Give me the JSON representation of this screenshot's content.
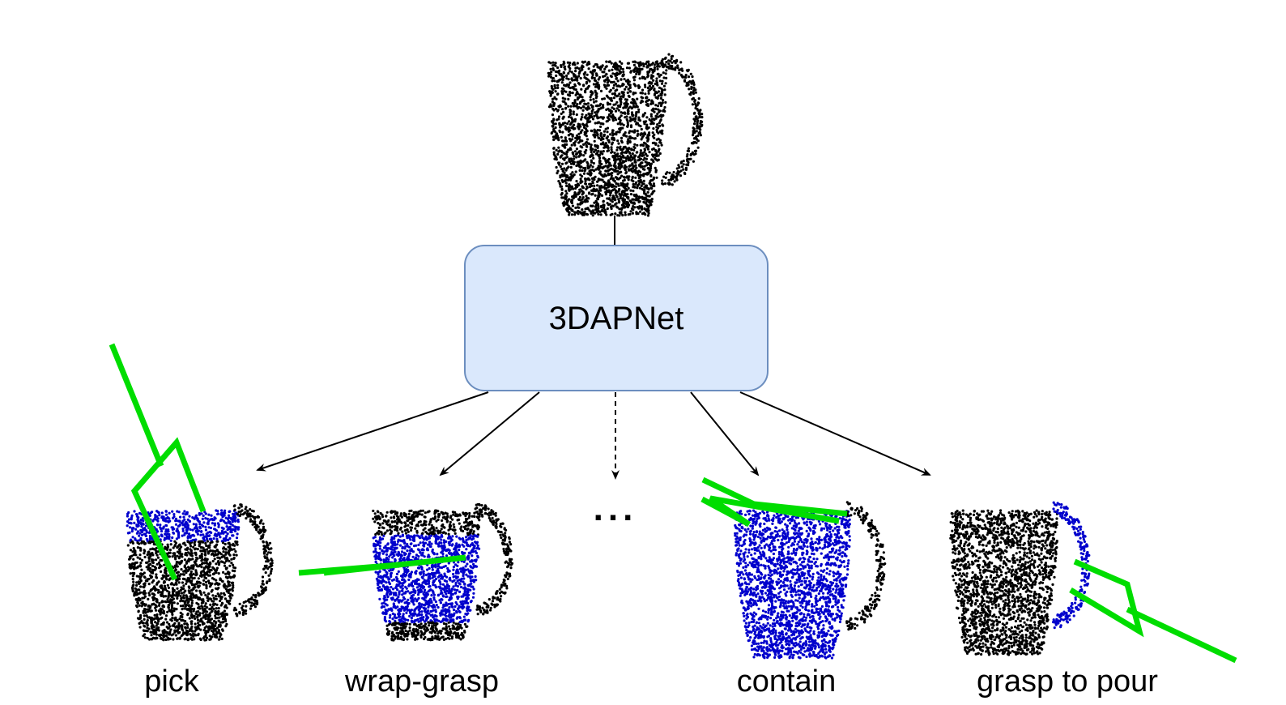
{
  "network": {
    "label": "3DAPNet"
  },
  "input_object": {
    "name": "mug point cloud"
  },
  "outputs": [
    {
      "id": "pick",
      "label": "pick"
    },
    {
      "id": "wrap-grasp",
      "label": "wrap-grasp"
    },
    {
      "id": "ellipsis",
      "label": "..."
    },
    {
      "id": "contain",
      "label": "contain"
    },
    {
      "id": "grasp-to-pour",
      "label": "grasp to pour"
    }
  ],
  "colors": {
    "box_fill": "#dae8fc",
    "box_stroke": "#6c8ebf",
    "points_default": "#000000",
    "points_affordance": "#0000cc",
    "gripper": "#00dd00",
    "arrow": "#000000"
  }
}
